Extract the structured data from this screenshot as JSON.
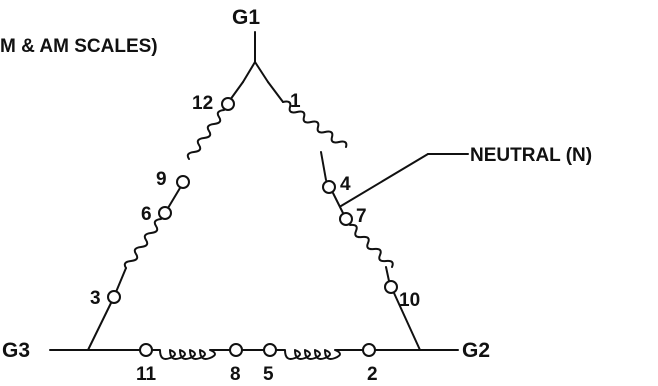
{
  "header_text": "M & AM SCALES)",
  "terminals": {
    "g1": "G1",
    "g2": "G2",
    "g3": "G3"
  },
  "neutral_label": "NEUTRAL (N)",
  "taps": {
    "t1": "1",
    "t2": "2",
    "t3": "3",
    "t4": "4",
    "t5": "5",
    "t6": "6",
    "t7": "7",
    "t8": "8",
    "t9": "9",
    "t10": "10",
    "t11": "11",
    "t12": "12"
  },
  "colors": {
    "ink": "#111111",
    "background": "#ffffff"
  }
}
